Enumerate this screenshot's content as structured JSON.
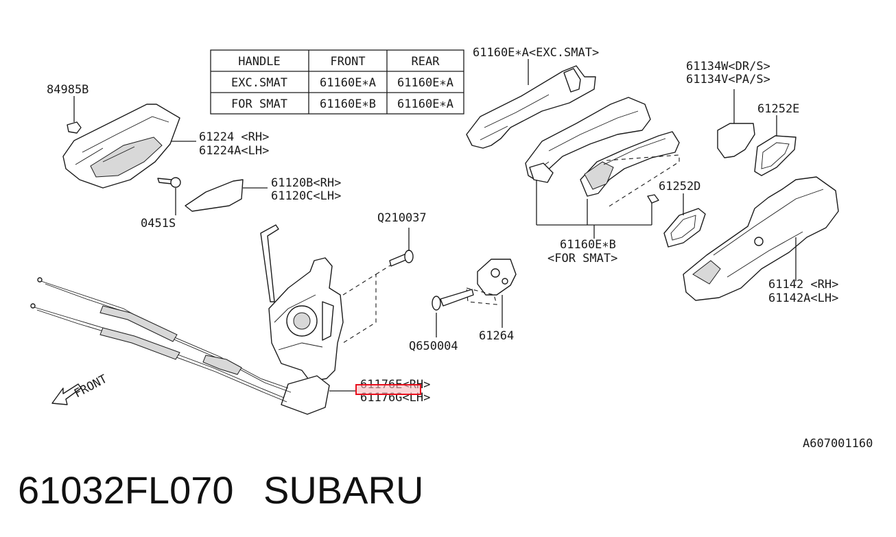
{
  "handle_table": {
    "headers": [
      "HANDLE",
      "FRONT",
      "REAR"
    ],
    "rows": [
      [
        "EXC.SMAT",
        "61160E∗A",
        "61160E∗A"
      ],
      [
        "FOR SMAT",
        "61160E∗B",
        "61160E∗A"
      ]
    ]
  },
  "labels": {
    "p84985b": "84985B",
    "p61224_rh": "61224  <RH>",
    "p61224a_lh": "61224A<LH>",
    "p61120b_rh": "61120B<RH>",
    "p61120c_lh": "61120C<LH>",
    "p0451s": "0451S",
    "q210037": "Q210037",
    "p61160ea_l1": "61160E∗A<EXC.SMAT>",
    "p61134w": "61134W<DR/S>",
    "p61134v": "61134V<PA/S>",
    "p61252e": "61252E",
    "p61252d": "61252D",
    "p61160eb_l1": "61160E∗B",
    "p61160eb_l2": "<FOR SMAT>",
    "p61142_rh": "61142  <RH>",
    "p61142a_lh": "61142A<LH>",
    "q650004": "Q650004",
    "p61264": "61264",
    "p61176e_rh": "61176E<RH>",
    "p61176g_lh": "61176G<LH>",
    "front": "FRONT",
    "drawing_id": "A607001160"
  },
  "highlight": {
    "color": "#e8101e",
    "fill": "#f7b9bd",
    "target": "61176E<RH>"
  },
  "footer": {
    "part_number": "61032FL070",
    "brand": "SUBARU"
  }
}
